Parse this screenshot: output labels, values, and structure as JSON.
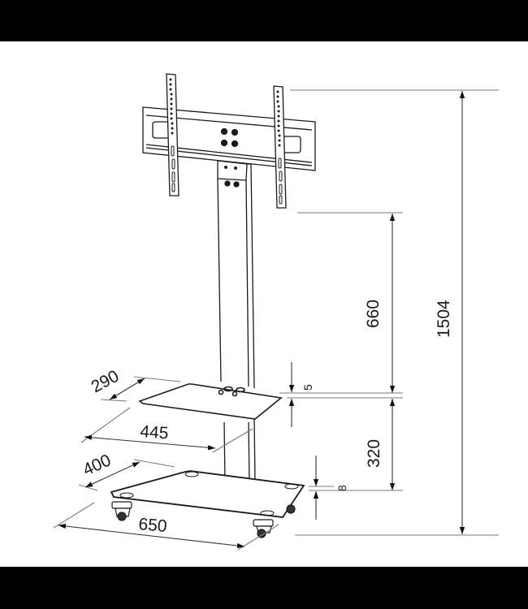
{
  "diagram": {
    "subject": "Mobile TV stand with shelf and casters",
    "colors": {
      "background": "#ffffff",
      "letterbox": "#000000",
      "line": "#1a1a1a",
      "dim_line": "#7a7a7a"
    },
    "dimensions": {
      "shelf_depth": "290",
      "shelf_width": "445",
      "base_depth": "400",
      "base_width": "650",
      "shelf_thickness": "5",
      "base_thickness": "8",
      "mount_to_shelf": "660",
      "shelf_to_base": "320",
      "total_height": "1504"
    }
  }
}
